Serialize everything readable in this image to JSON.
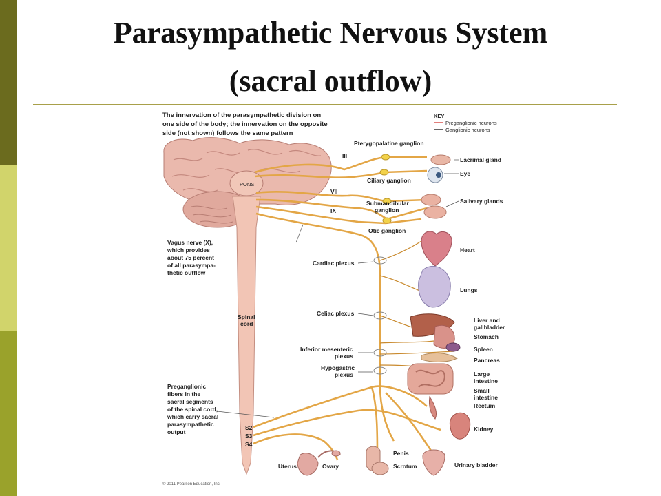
{
  "slide": {
    "title_line1": "Parasympathetic Nervous System",
    "title_line2": "(sacral outflow)"
  },
  "colors": {
    "bar_dark": "#6b6b1e",
    "bar_light": "#d1d46b",
    "bar_mid": "#9aa22b",
    "rule": "#a8a04a",
    "nerve": "#e3a646",
    "preganglionic": "#d9534f",
    "ganglionic": "#333333"
  },
  "figure": {
    "caption": [
      "The innervation of the parasympathetic division on",
      "one side of the body; the innervation on the opposite",
      "side (not shown) follows the same pattern"
    ],
    "key": {
      "title": "KEY",
      "preganglionic": "Preganglionic neurons",
      "ganglionic": "Ganglionic neurons"
    },
    "brain": {
      "pons": "PONS",
      "nerve_III": "III",
      "nerve_VII": "VII",
      "nerve_IX": "IX"
    },
    "ganglia": {
      "pterygopalatine": "Pterygopalatine ganglion",
      "ciliary": "Ciliary ganglion",
      "submandibular": [
        "Submandibular",
        "ganglion"
      ],
      "otic": "Otic ganglion"
    },
    "organs": {
      "lacrimal": "Lacrimal gland",
      "eye": "Eye",
      "salivary": "Salivary glands",
      "heart": "Heart",
      "lungs": "Lungs",
      "liver": [
        "Liver and",
        "gallbladder"
      ],
      "stomach": "Stomach",
      "spleen": "Spleen",
      "pancreas": "Pancreas",
      "large_intestine": [
        "Large",
        "intestine"
      ],
      "small_intestine": [
        "Small",
        "intestine"
      ],
      "rectum": "Rectum",
      "kidney": "Kidney",
      "urinary_bladder": "Urinary bladder",
      "penis": "Penis",
      "scrotum": "Scrotum",
      "uterus": "Uterus",
      "ovary": "Ovary"
    },
    "plexuses": {
      "cardiac": "Cardiac plexus",
      "celiac": "Celiac plexus",
      "inferior_mesenteric": [
        "Inferior mesenteric",
        "plexus"
      ],
      "hypogastric": [
        "Hypogastric",
        "plexus"
      ]
    },
    "left_labels": {
      "vagus": [
        "Vagus nerve (X),",
        "which provides",
        "about 75 percent",
        "of all parasympa-",
        "thetic outflow"
      ],
      "spinal_cord": [
        "Spinal",
        "cord"
      ],
      "preganglionic_fibers": [
        "Preganglionic",
        "fibers in the",
        "sacral segments",
        "of the spinal cord,",
        "which carry sacral",
        "parasympathetic",
        "output"
      ],
      "s2": "S2",
      "s3": "S3",
      "s4": "S4"
    },
    "copyright": "© 2011 Pearson Education, Inc."
  }
}
